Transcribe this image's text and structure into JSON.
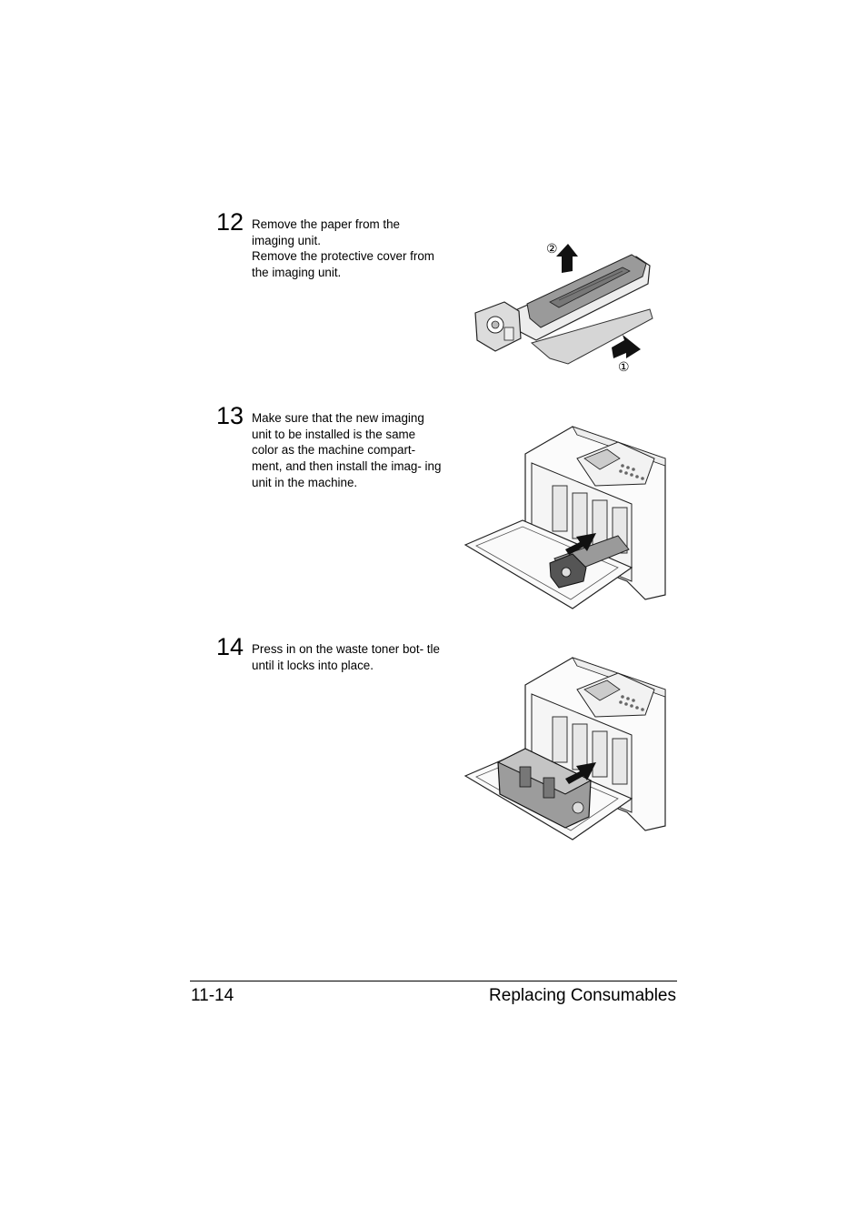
{
  "steps": [
    {
      "number": "12",
      "lines": [
        "Remove the paper from the imaging unit.",
        "Remove the protective cover from the imaging unit."
      ],
      "callouts": [
        "②",
        "①"
      ]
    },
    {
      "number": "13",
      "lines": [
        "Make sure that the new imaging unit to be installed is the same color as the machine compart- ment, and then install the imag- ing unit in the machine."
      ]
    },
    {
      "number": "14",
      "lines": [
        "Press in on the waste toner bot- tle until it locks into place."
      ]
    }
  ],
  "footer": {
    "page_number": "11-14",
    "section_title": "Replacing Consumables"
  }
}
